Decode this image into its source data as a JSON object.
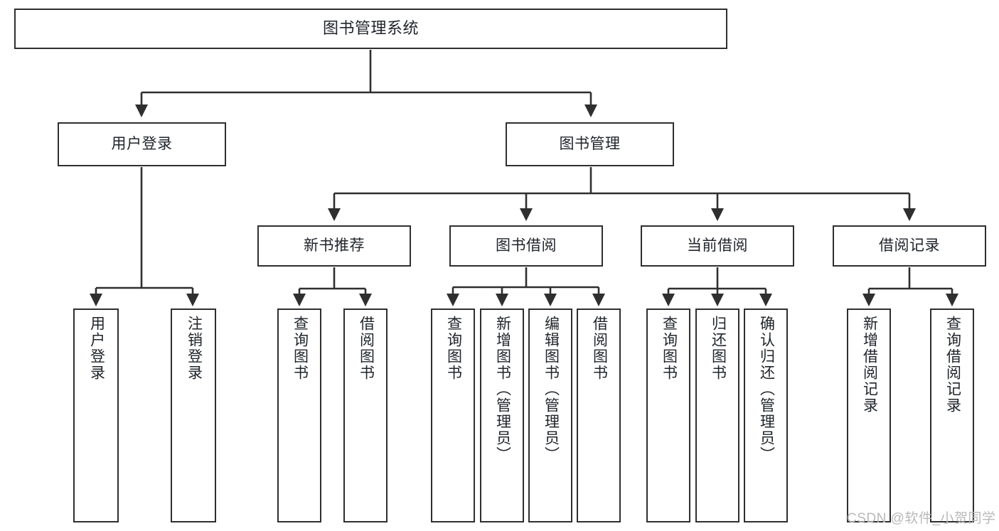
{
  "diagram": {
    "title": "图书管理系统",
    "type": "tree-hierarchy-diagram",
    "colors": {
      "box_border": "#2f2f2f",
      "box_fill": "#ffffff",
      "connector": "#2f2f2f",
      "text": "#20252b",
      "watermark": "#b9b9b9",
      "background": "#ffffff"
    }
  },
  "nodes": {
    "root": {
      "label": "图书管理系统"
    },
    "level1": [
      {
        "id": "user-login",
        "label": "用户登录"
      },
      {
        "id": "book-management",
        "label": "图书管理"
      }
    ],
    "level2": [
      {
        "id": "new-book-recommend",
        "label": "新书推荐"
      },
      {
        "id": "book-borrow",
        "label": "图书借阅"
      },
      {
        "id": "current-borrow",
        "label": "当前借阅"
      },
      {
        "id": "borrow-record",
        "label": "借阅记录"
      }
    ],
    "leaves": {
      "user_login": [
        {
          "id": "leaf-user-login",
          "label": "用户登录"
        },
        {
          "id": "leaf-logout-login",
          "label": "注销登录"
        }
      ],
      "new_book_recommend": [
        {
          "id": "leaf-query-book-1",
          "label": "查询图书"
        },
        {
          "id": "leaf-borrow-book-1",
          "label": "借阅图书"
        }
      ],
      "book_borrow": [
        {
          "id": "leaf-query-book-2",
          "label": "查询图书"
        },
        {
          "id": "leaf-add-book",
          "label": "新增图书（管理员）"
        },
        {
          "id": "leaf-edit-book",
          "label": "编辑图书（管理员）"
        },
        {
          "id": "leaf-borrow-book-2",
          "label": "借阅图书"
        }
      ],
      "current_borrow": [
        {
          "id": "leaf-query-book-3",
          "label": "查询图书"
        },
        {
          "id": "leaf-return-book",
          "label": "归还图书"
        },
        {
          "id": "leaf-confirm-return",
          "label": "确认归还（管理员）"
        }
      ],
      "borrow_record": [
        {
          "id": "leaf-add-record",
          "label": "新增借阅记录"
        },
        {
          "id": "leaf-query-record",
          "label": "查询借阅记录"
        }
      ]
    }
  },
  "watermark": {
    "text": "CSDN @软件_小贺同学"
  }
}
